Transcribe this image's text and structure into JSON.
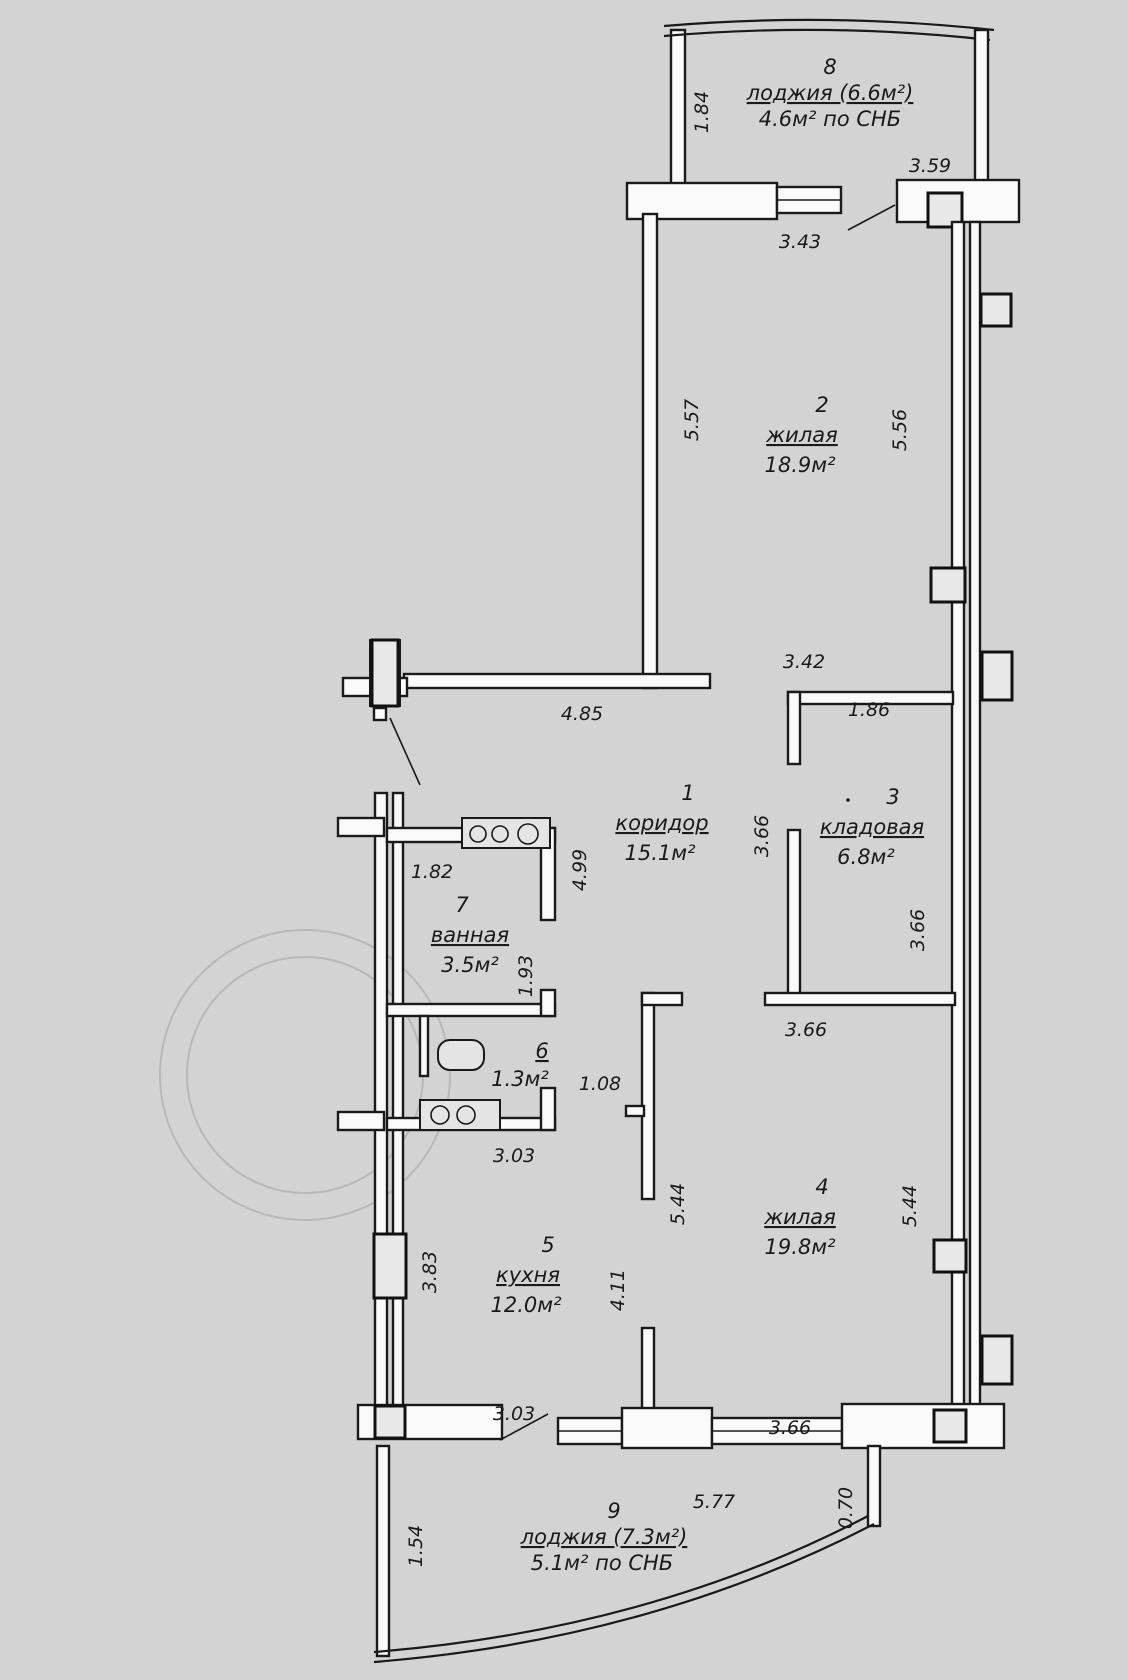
{
  "rooms": [
    {
      "num": "1",
      "name": "коридор",
      "area": "15.1м²"
    },
    {
      "num": "2",
      "name": "жилая",
      "area": "18.9м²"
    },
    {
      "num": "3",
      "name": "кладовая",
      "area": "6.8м²"
    },
    {
      "num": "4",
      "name": "жилая",
      "area": "19.8м²"
    },
    {
      "num": "5",
      "name": "кухня",
      "area": "12.0м²"
    },
    {
      "num": "6",
      "name": "",
      "area": "1.3м²"
    },
    {
      "num": "7",
      "name": "ванная",
      "area": "3.5м²"
    },
    {
      "num": "8",
      "name": "лоджия (6.6м²)",
      "area": "4.6м² по СНБ"
    },
    {
      "num": "9",
      "name": "лоджия (7.3м²)",
      "area": "5.1м² по СНБ"
    }
  ],
  "dimensions": {
    "d_1_84": "1.84",
    "d_3_59": "3.59",
    "d_3_43": "3.43",
    "d_5_57": "5.57",
    "d_5_56": "5.56",
    "d_3_42": "3.42",
    "d_4_85": "4.85",
    "d_1_86": "1.86",
    "d_3_66_a": "3.66",
    "d_1_82": "1.82",
    "d_4_99": "4.99",
    "d_3_66_b": "3.66",
    "d_1_93": "1.93",
    "d_3_66_c": "3.66",
    "d_1_08": "1.08",
    "d_3_03_a": "3.03",
    "d_5_44_a": "5.44",
    "d_5_44_b": "5.44",
    "d_3_83": "3.83",
    "d_4_11": "4.11",
    "d_3_03_b": "3.03",
    "d_3_66_d": "3.66",
    "d_5_77": "5.77",
    "d_0_70": "0.70",
    "d_1_54": "1.54"
  }
}
